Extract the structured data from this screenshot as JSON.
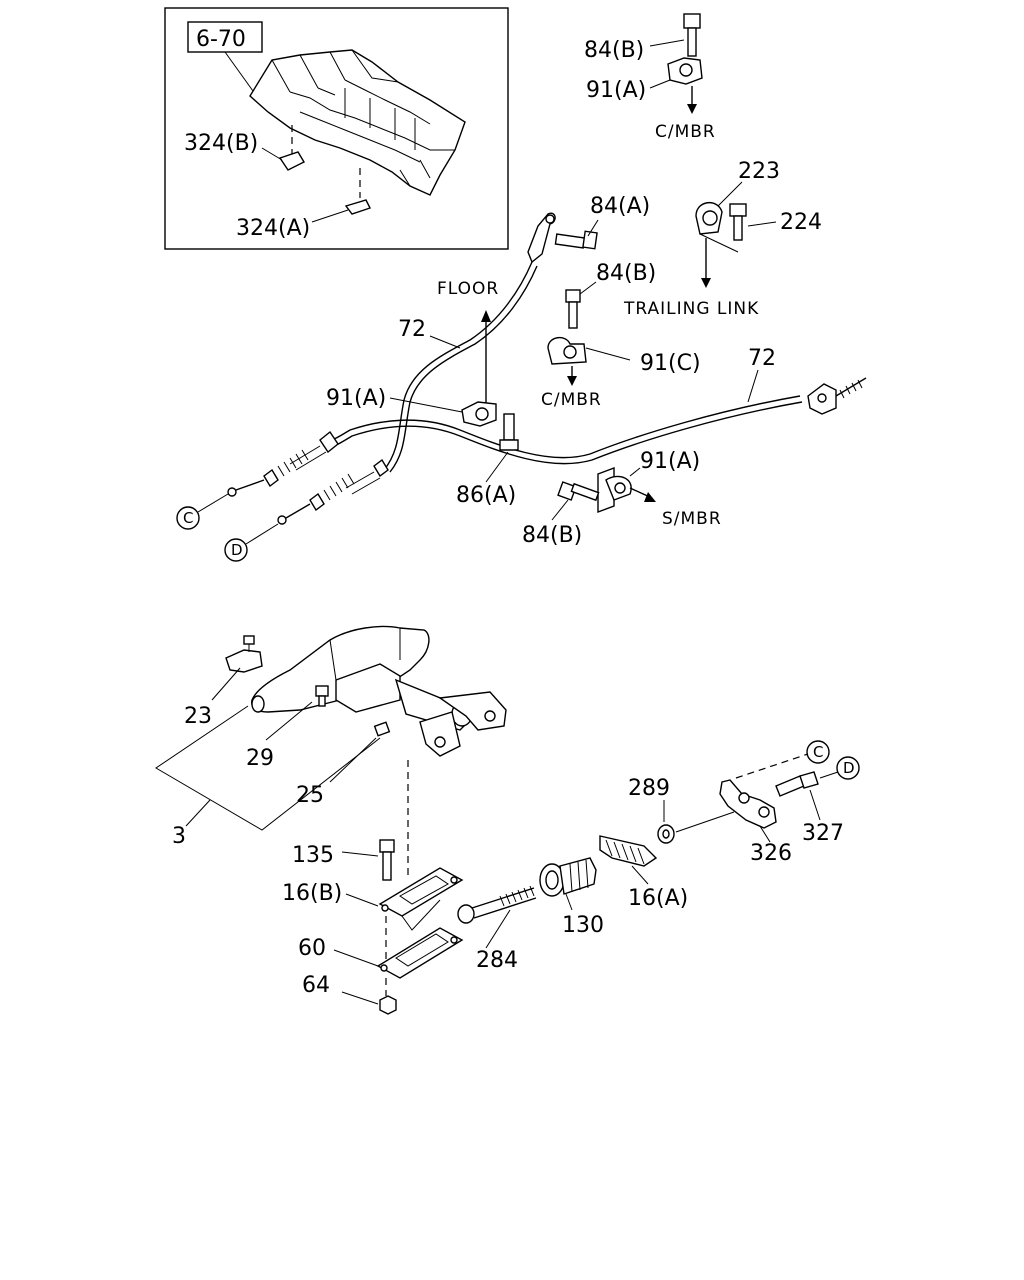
{
  "labels": {
    "ref_box": "6-70",
    "l_324B": "324(B)",
    "l_324A": "324(A)",
    "l_84B_top": "84(B)",
    "l_91A_top": "91(A)",
    "d_cmbr_top": "C/MBR",
    "l_223": "223",
    "l_224": "224",
    "d_trailing": "TRAILING LINK",
    "l_84A": "84(A)",
    "l_84B_mid": "84(B)",
    "d_floor": "FLOOR",
    "l_72_left": "72",
    "l_91C": "91(C)",
    "d_cmbr_mid": "C/MBR",
    "l_72_right": "72",
    "l_91A_left": "91(A)",
    "l_86A": "86(A)",
    "l_91A_right": "91(A)",
    "d_smbr": "S/MBR",
    "l_84B_low": "84(B)",
    "c_C_left": "C",
    "c_D_left": "D",
    "l_23": "23",
    "l_29": "29",
    "l_25": "25",
    "l_3": "3",
    "l_135": "135",
    "l_16B": "16(B)",
    "l_60": "60",
    "l_64": "64",
    "l_284": "284",
    "l_130": "130",
    "l_16A": "16(A)",
    "l_289": "289",
    "l_326": "326",
    "l_327": "327",
    "c_C_right": "C",
    "c_D_right": "D"
  }
}
